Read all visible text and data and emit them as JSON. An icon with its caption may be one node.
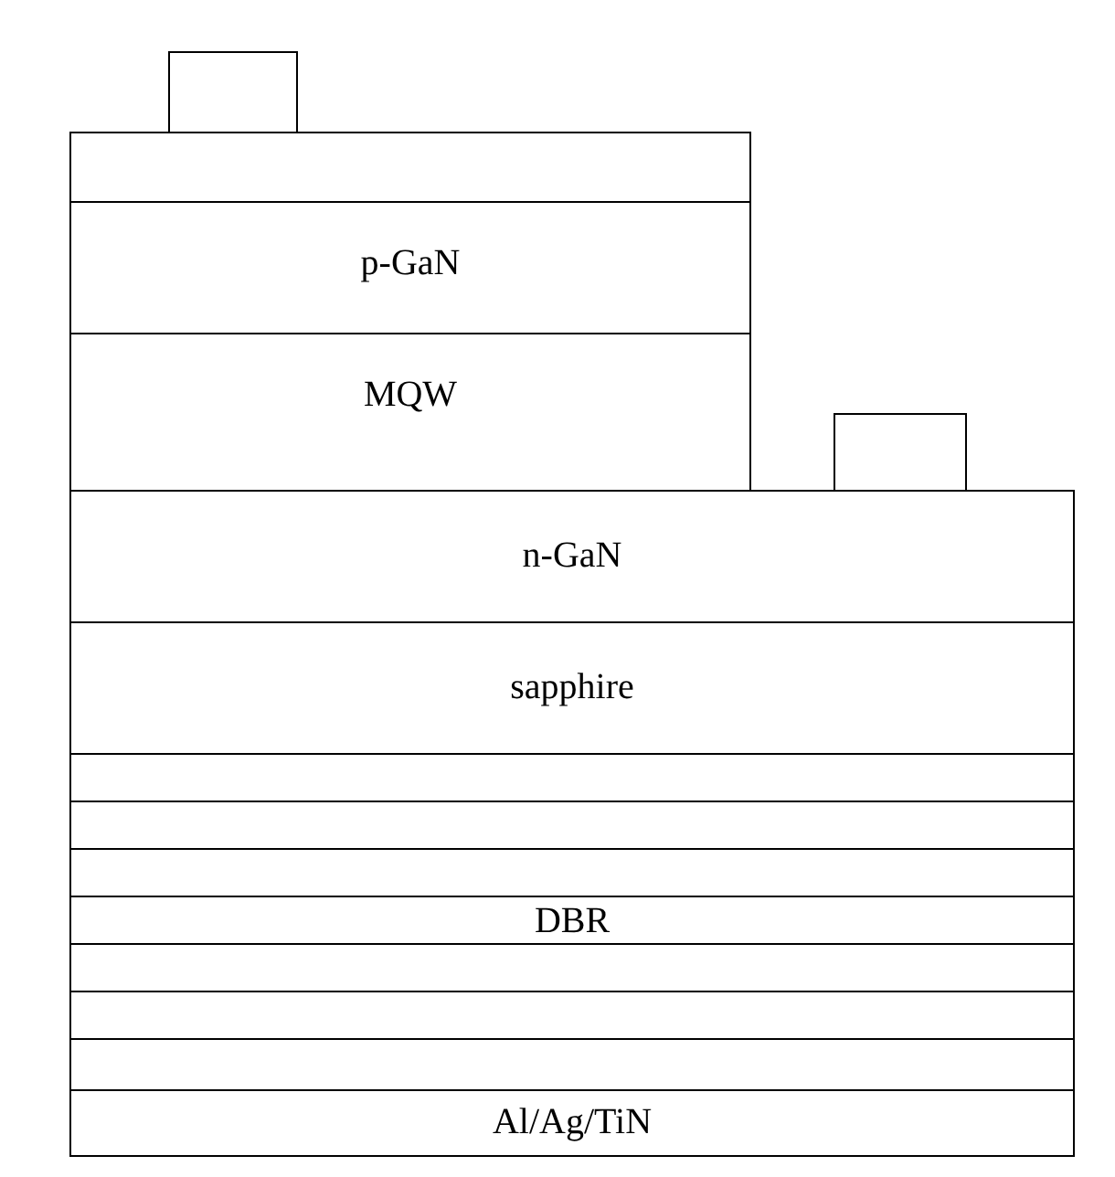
{
  "diagram": {
    "nodes": [
      {
        "text": [],
        "shape": "box"
      },
      {
        "text": [],
        "shape": "box"
      },
      {
        "text": [
          "p-GaN"
        ]
      },
      {
        "text": [
          "MQW"
        ]
      },
      {
        "text": [],
        "shape": "box"
      },
      {
        "text": [
          "n-GaN"
        ]
      },
      {
        "text": [
          "sapphire"
        ]
      },
      {
        "text": [
          "DBR"
        ]
      },
      {
        "text": [
          "Al/Ag/TiN"
        ]
      }
    ]
  }
}
